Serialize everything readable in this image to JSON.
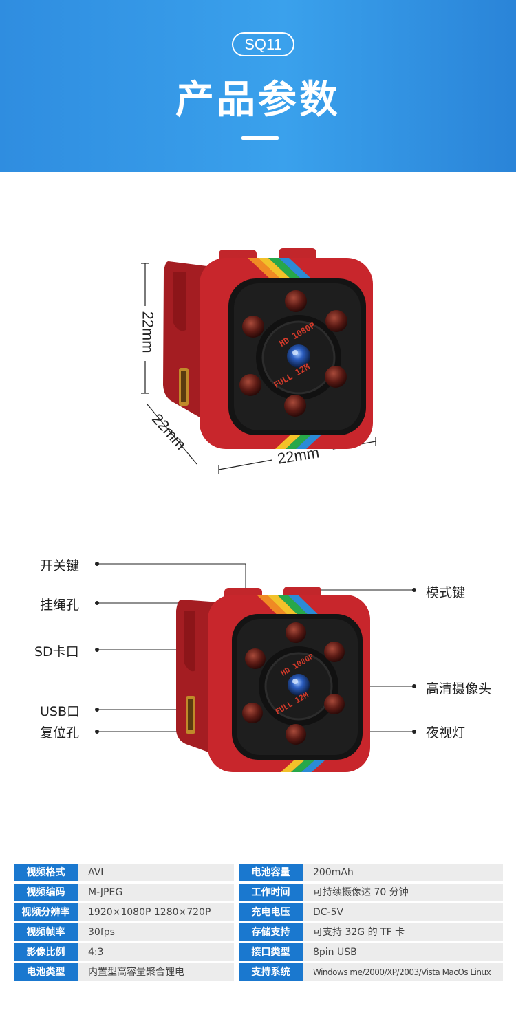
{
  "header": {
    "model": "SQ11",
    "title": "产品参数"
  },
  "dimensions": {
    "height": "22mm",
    "depth": "22mm",
    "width": "22mm"
  },
  "lens_text": {
    "line1": "HD 1080P",
    "line2": "FULL 12M"
  },
  "callouts": {
    "left": [
      "开关键",
      "挂绳孔",
      "SD卡口",
      "USB口",
      "复位孔"
    ],
    "right": [
      "模式键",
      "高清摄像头",
      "夜视灯"
    ]
  },
  "specs": {
    "left": [
      {
        "key": "视频格式",
        "value": "AVI"
      },
      {
        "key": "视频编码",
        "value": "M-JPEG"
      },
      {
        "key": "视频分辨率",
        "value": "1920×1080P   1280×720P"
      },
      {
        "key": "视频帧率",
        "value": "30fps"
      },
      {
        "key": "影像比例",
        "value": "4:3"
      },
      {
        "key": "电池类型",
        "value": "内置型高容量聚合锂电"
      }
    ],
    "right": [
      {
        "key": "电池容量",
        "value": "200mAh"
      },
      {
        "key": "工作时间",
        "value": "可持续摄像达 70 分钟"
      },
      {
        "key": "充电电压",
        "value": "DC-5V"
      },
      {
        "key": "存储支持",
        "value": "可支持 32G 的 TF 卡"
      },
      {
        "key": "接口类型",
        "value": "8pin USB"
      },
      {
        "key": "支持系统",
        "value": "Windows me/2000/XP/2003/Vista MacOs Linux"
      }
    ]
  },
  "colors": {
    "header_blue": "#3aa1ec",
    "camera_red": "#c8262c",
    "spec_key_blue": "#1a78cf",
    "spec_val_gray": "#ececec"
  }
}
